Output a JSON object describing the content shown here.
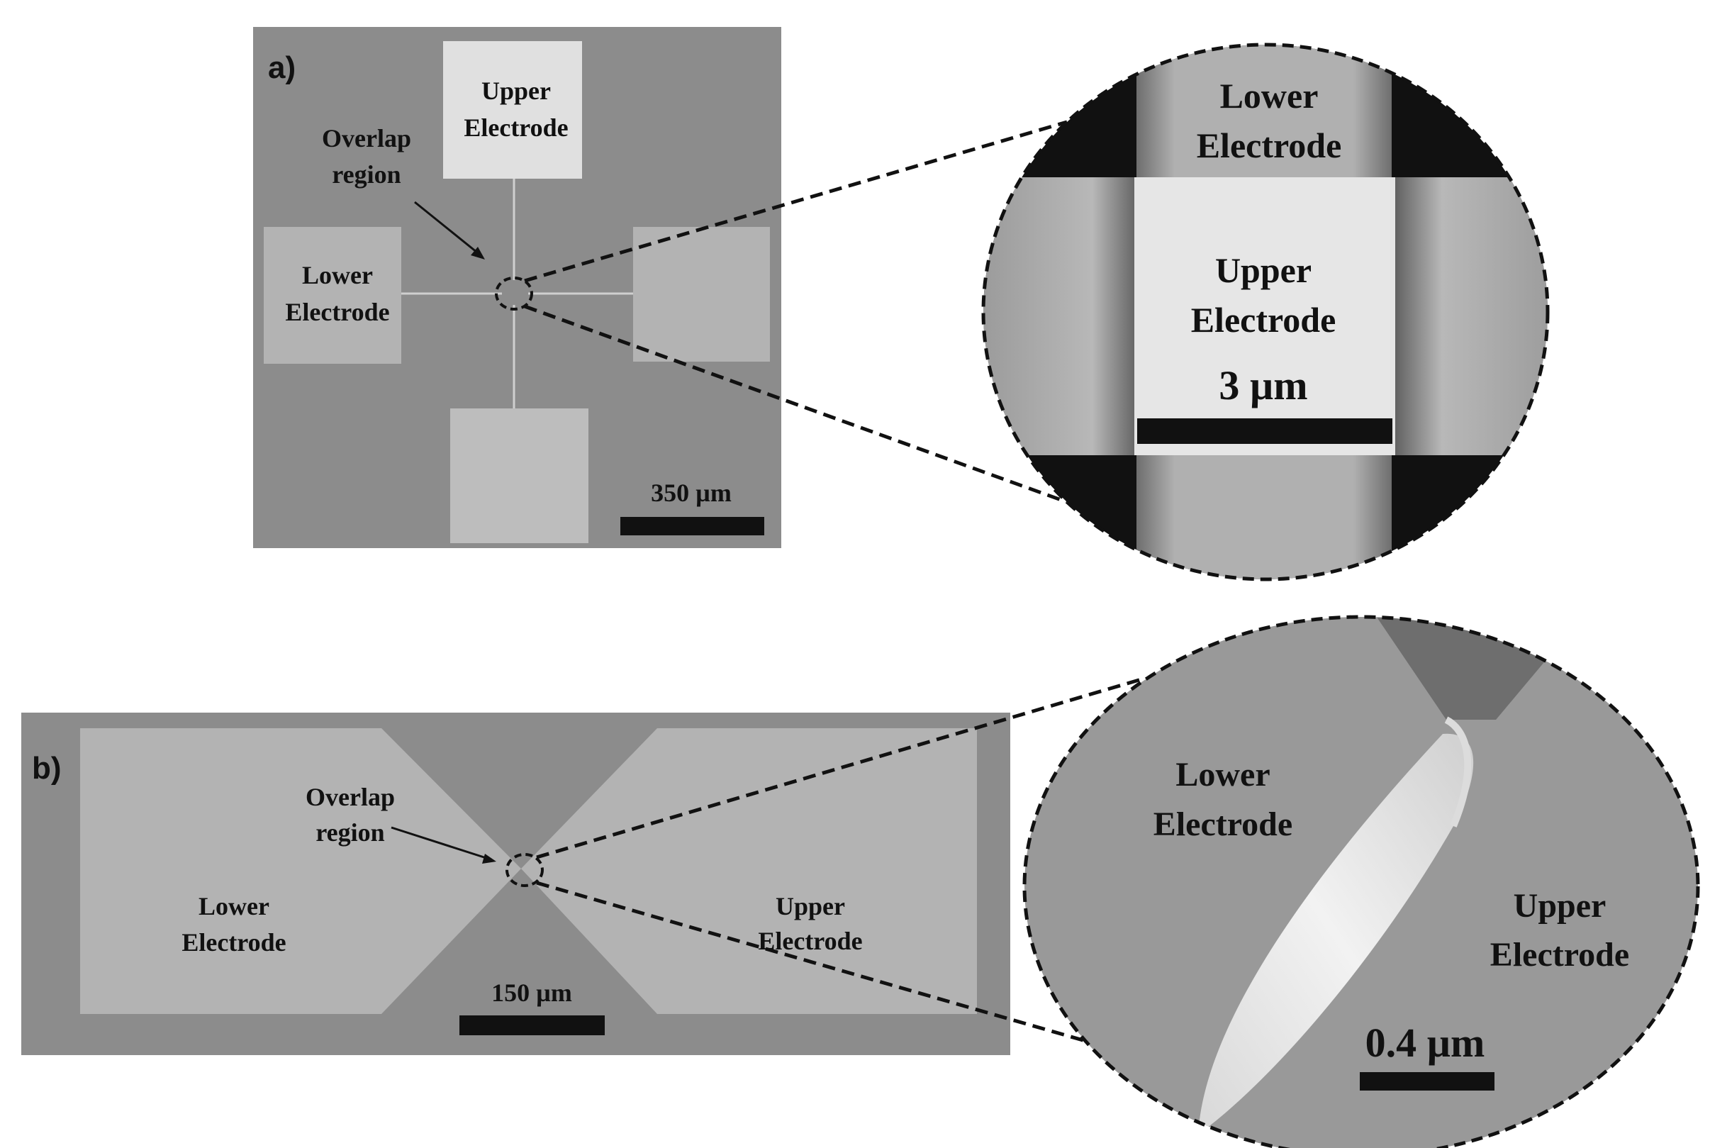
{
  "panel_a": {
    "letter": "a)",
    "labels": {
      "upper_l1": "Upper",
      "upper_l2": "Electrode",
      "overlap_l1": "Overlap",
      "overlap_l2": "region",
      "lower_l1": "Lower",
      "lower_l2": "Electrode",
      "scale": "350 µm"
    },
    "zoom": {
      "lower_l1": "Lower",
      "lower_l2": "Electrode",
      "upper_l1": "Upper",
      "upper_l2": "Electrode",
      "scale": "3 µm"
    }
  },
  "panel_b": {
    "letter": "b)",
    "labels": {
      "overlap_l1": "Overlap",
      "overlap_l2": "region",
      "lower_l1": "Lower",
      "lower_l2": "Electrode",
      "upper_l1": "Upper",
      "upper_l2": "Electrode",
      "scale": "150 µm"
    },
    "zoom": {
      "lower_l1": "Lower",
      "lower_l2": "Electrode",
      "upper_l1": "Upper",
      "upper_l2": "Electrode",
      "scale": "0.4 µm"
    }
  },
  "colors": {
    "substrate": "#8c8c8c",
    "electrode": "#b2b2b2",
    "bright_electrode": "#e4e4e4",
    "dark_background": "#111111",
    "label_text": "#111111"
  }
}
